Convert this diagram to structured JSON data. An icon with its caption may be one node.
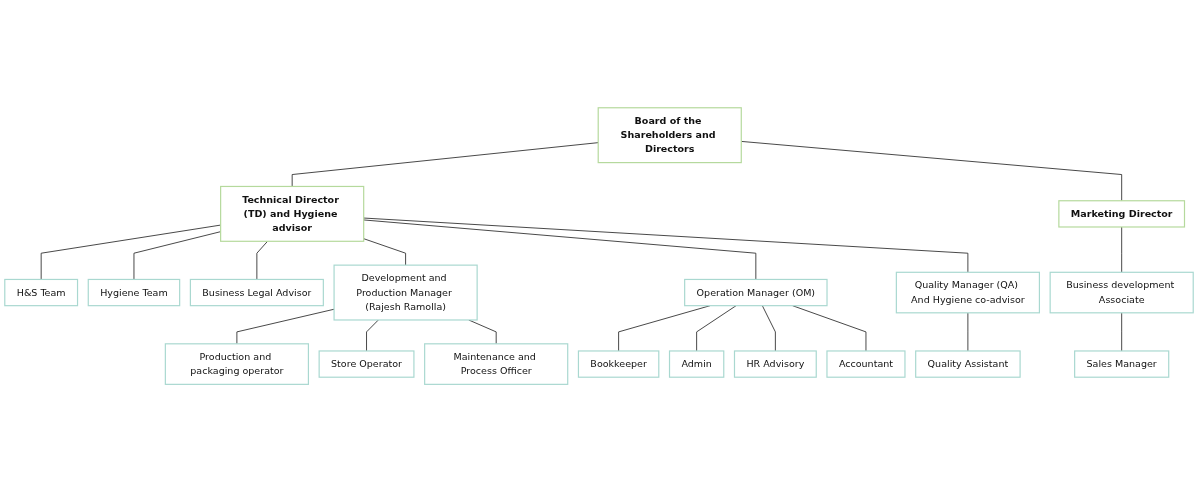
{
  "diagram": {
    "nodes": [
      {
        "text": [
          "Board of the Shareholders and Directors"
        ]
      },
      {
        "text": [
          "Technical Director (TD) and Hygiene advisor"
        ]
      },
      {
        "text": [
          "Marketing Director"
        ]
      },
      {
        "text": [
          "H&S Team"
        ]
      },
      {
        "text": [
          "Hygiene Team"
        ]
      },
      {
        "text": [
          "Business Legal Advisor"
        ]
      },
      {
        "text": [
          "Development and Production Manager (Rajesh Ramolla)"
        ]
      },
      {
        "text": [
          "Operation Manager (OM)"
        ]
      },
      {
        "text": [
          "Quality Manager (QA) And Hygiene co-advisor"
        ]
      },
      {
        "text": [
          "Business development Associate"
        ]
      },
      {
        "text": [
          "Production and packaging operator"
        ]
      },
      {
        "text": [
          "Store Operator"
        ]
      },
      {
        "text": [
          "Maintenance and Process Officer"
        ]
      },
      {
        "text": [
          "Bookkeeper"
        ]
      },
      {
        "text": [
          "Admin"
        ]
      },
      {
        "text": [
          "HR Advisory"
        ]
      },
      {
        "text": [
          "Accountant"
        ]
      },
      {
        "text": [
          "Quality Assistant"
        ]
      },
      {
        "text": [
          "Sales Manager"
        ]
      }
    ],
    "edges": [
      {
        "from": 0,
        "to": 1,
        "arrow": "none"
      },
      {
        "from": 0,
        "to": 2,
        "arrow": "none"
      },
      {
        "from": 1,
        "to": 3,
        "arrow": "none"
      },
      {
        "from": 1,
        "to": 4,
        "arrow": "none"
      },
      {
        "from": 1,
        "to": 5,
        "arrow": "none"
      },
      {
        "from": 1,
        "to": 6,
        "arrow": "none"
      },
      {
        "from": 1,
        "to": 7,
        "arrow": "none"
      },
      {
        "from": 1,
        "to": 8,
        "arrow": "none"
      },
      {
        "from": 2,
        "to": 9,
        "arrow": "none"
      },
      {
        "from": 6,
        "to": 10,
        "arrow": "none"
      },
      {
        "from": 6,
        "to": 11,
        "arrow": "none"
      },
      {
        "from": 6,
        "to": 12,
        "arrow": "none"
      },
      {
        "from": 7,
        "to": 13,
        "arrow": "none"
      },
      {
        "from": 7,
        "to": 14,
        "arrow": "none"
      },
      {
        "from": 7,
        "to": 15,
        "arrow": "none"
      },
      {
        "from": 7,
        "to": 16,
        "arrow": "none"
      },
      {
        "from": 8,
        "to": 17,
        "arrow": "none"
      },
      {
        "from": 9,
        "to": 18,
        "arrow": "none"
      }
    ]
  }
}
